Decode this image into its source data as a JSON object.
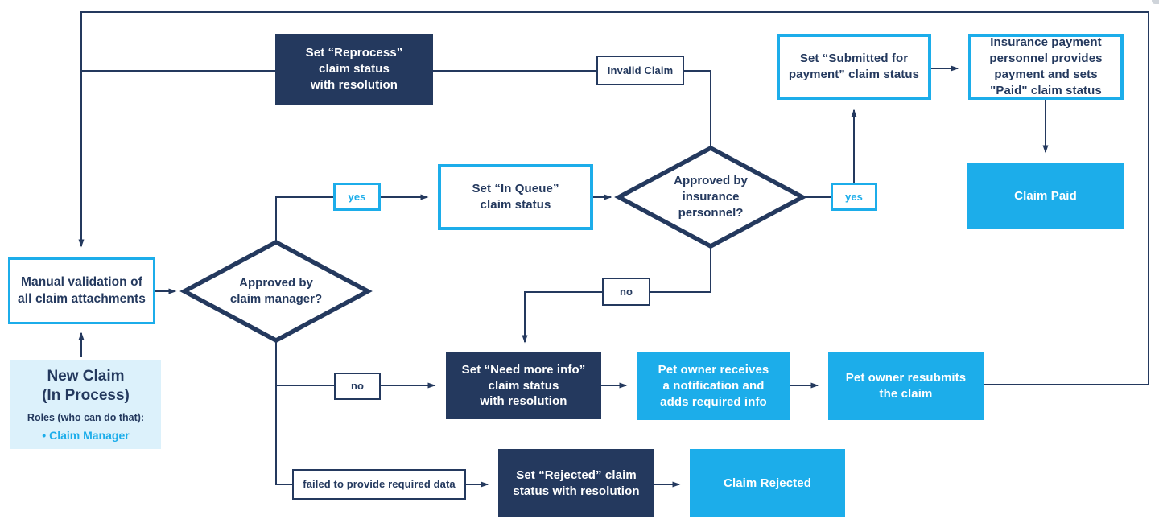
{
  "colors": {
    "navy": "#24395E",
    "bright_blue": "#1CADEA",
    "light_blue_bg": "#DCF1FB",
    "white": "#FFFFFF"
  },
  "nodes": {
    "reprocess": {
      "label": "Set “Reprocess”\nclaim status\nwith resolution"
    },
    "invalid_claim": {
      "label": "Invalid Claim"
    },
    "submitted": {
      "label": "Set “Submitted for\npayment” claim status"
    },
    "insurance_payment": {
      "label": "Insurance payment\npersonnel provides\npayment and sets\n\"Paid\" claim status"
    },
    "claim_paid": {
      "label": "Claim Paid"
    },
    "in_queue": {
      "label": "Set “In Queue”\nclaim status"
    },
    "yes_manager": {
      "label": "yes"
    },
    "yes_insurance": {
      "label": "yes"
    },
    "insurance_diamond": {
      "label": "Approved by\ninsurance\npersonnel?"
    },
    "manual_validation": {
      "label": "Manual validation of\nall claim attachments"
    },
    "manager_diamond": {
      "label": "Approved by\nclaim manager?"
    },
    "new_claim": {
      "title": "New Claim\n(In Process)",
      "roles_label": "Roles (who can do that):",
      "role": "•  Claim Manager"
    },
    "no_manager": {
      "label": "no"
    },
    "no_insurance": {
      "label": "no"
    },
    "need_more_info": {
      "label": "Set “Need more info”\nclaim status\nwith resolution"
    },
    "pet_owner_receives": {
      "label": "Pet owner receives\na notification and\nadds required info"
    },
    "pet_owner_resubmits": {
      "label": "Pet owner resubmits\nthe claim"
    },
    "failed": {
      "label": "failed to provide required data"
    },
    "set_rejected": {
      "label": "Set “Rejected” claim\nstatus with resolution"
    },
    "claim_rejected": {
      "label": "Claim Rejected"
    }
  }
}
